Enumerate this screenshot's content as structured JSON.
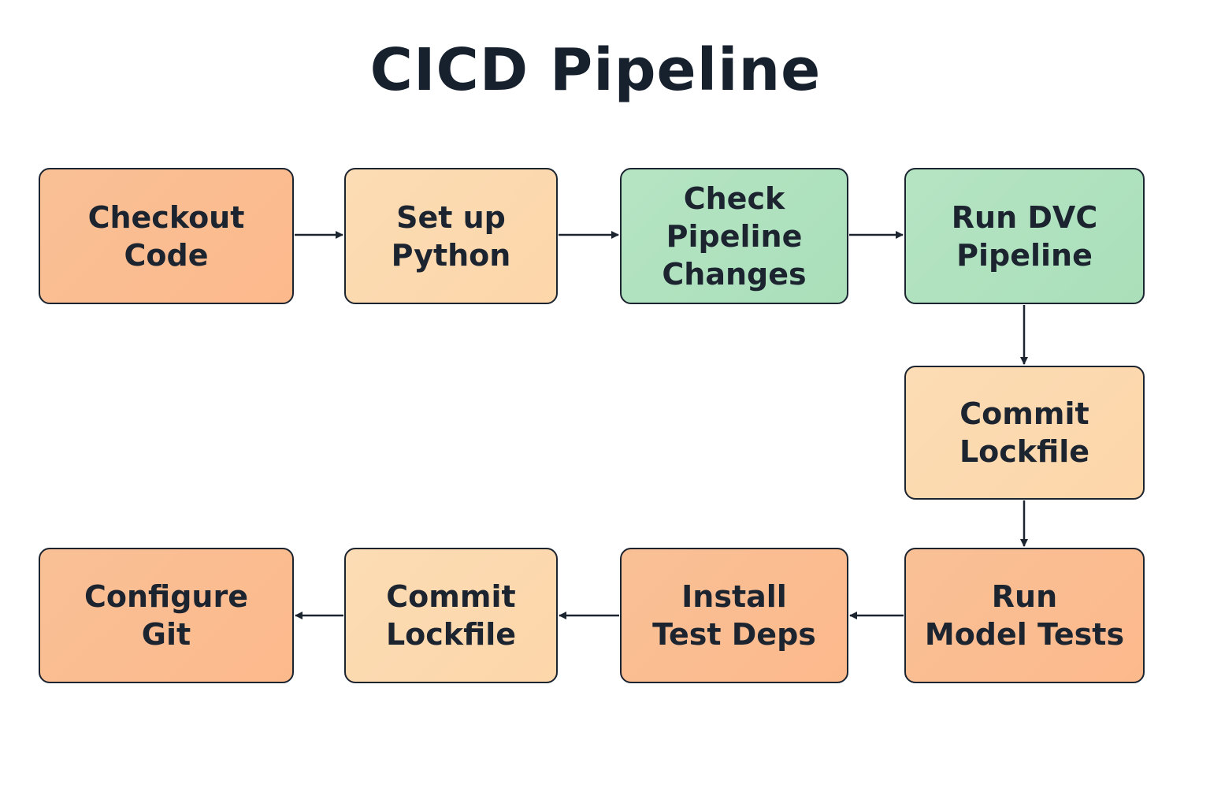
{
  "title": "CICD Pipeline",
  "colors": {
    "step_dark": "#FBBD91",
    "step_light": "#FDD9AF",
    "step_green": "#AFE1BE",
    "border": "#1C2430",
    "text": "#17212D"
  },
  "steps": [
    {
      "label": "Checkout\nCode",
      "color": "dark"
    },
    {
      "label": "Set up\nPython",
      "color": "light"
    },
    {
      "label": "Check\nPipeline\nChanges",
      "color": "green"
    },
    {
      "label": "Run DVC\nPipeline",
      "color": "green"
    },
    {
      "label": "Commit\nLockfile",
      "color": "light"
    },
    {
      "label": "Run\nModel Tests",
      "color": "dark"
    },
    {
      "label": "Install\nTest Deps",
      "color": "dark"
    },
    {
      "label": "Commit\nLockfile",
      "color": "light"
    },
    {
      "label": "Configure\nGit",
      "color": "dark"
    }
  ]
}
